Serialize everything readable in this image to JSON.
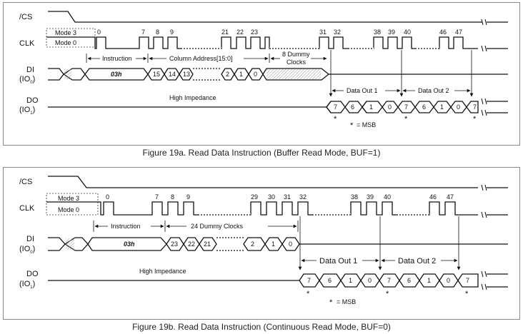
{
  "figures": [
    {
      "caption": "Figure 19a. Read Data Instruction (Buffer Read Mode, BUF=1)",
      "signals": {
        "cs": "/CS",
        "clk": "CLK",
        "di": "DI",
        "di_io": "(IO",
        "di_io_sub": "0",
        "do": "DO",
        "do_io": "(IO",
        "do_io_sub": "1",
        "close": ")"
      },
      "modes": {
        "mode3": "Mode 3",
        "mode0": "Mode 0"
      },
      "clock_numbers": [
        "0",
        "7",
        "8",
        "9",
        "21",
        "22",
        "23",
        "31",
        "32",
        "38",
        "39",
        "40",
        "46",
        "47"
      ],
      "instruction_label": "Instruction",
      "address_label": "Column Address[15:0]",
      "dummy_label_line1": "8 Dummy",
      "dummy_label_line2": "Clocks",
      "opcode": "03h",
      "di_bits": [
        "15",
        "14",
        "13",
        "2",
        "1",
        "0"
      ],
      "high_impedance": "High Impedance",
      "data_out_1": "Data Out 1",
      "data_out_2": "Data Out 2",
      "do_bits": [
        "7",
        "6",
        "1",
        "0",
        "7",
        "6",
        "1",
        "0",
        "7"
      ],
      "msb_star": "*",
      "msb_legend": "= MSB"
    },
    {
      "caption": "Figure 19b. Read Data Instruction (Continuous Read Mode, BUF=0)",
      "signals": {
        "cs": "/CS",
        "clk": "CLK",
        "di": "DI",
        "di_io": "(IO",
        "di_io_sub": "0",
        "do": "DO",
        "do_io": "(IO",
        "do_io_sub": "1",
        "close": ")"
      },
      "modes": {
        "mode3": "Mode 3",
        "mode0": "Mode 0"
      },
      "clock_numbers": [
        "0",
        "7",
        "8",
        "9",
        "29",
        "30",
        "31",
        "32",
        "38",
        "39",
        "40",
        "46",
        "47"
      ],
      "instruction_label": "Instruction",
      "dummy_label": "24 Dummy Clocks",
      "opcode": "03h",
      "di_bits": [
        "23",
        "22",
        "21",
        "2",
        "1",
        "0"
      ],
      "high_impedance": "High Impedance",
      "data_out_1": "Data Out 1",
      "data_out_2": "Data Out 2",
      "do_bits": [
        "7",
        "6",
        "1",
        "0",
        "7",
        "6",
        "1",
        "0",
        "7"
      ],
      "msb_star": "*",
      "msb_legend": "= MSB"
    }
  ]
}
